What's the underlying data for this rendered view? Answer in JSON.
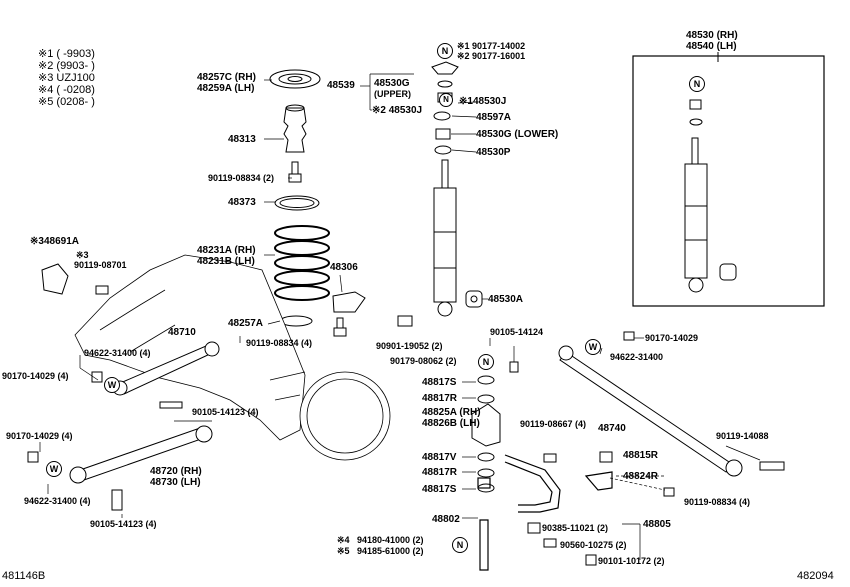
{
  "legend": {
    "rows": [
      {
        "mark": "※1",
        "text": "(      -9903)"
      },
      {
        "mark": "※2",
        "text": "(9903-      )"
      },
      {
        "mark": "※3",
        "text": "UZJ100"
      },
      {
        "mark": "※4",
        "text": "(      -0208)"
      },
      {
        "mark": "※5",
        "text": "(0208-      )"
      }
    ]
  },
  "marks": {
    "n": "N",
    "w": "W"
  },
  "labels": {
    "p48257C": "48257C (RH)",
    "p48259A": "48259A (LH)",
    "p48539": "48539",
    "p48313": "48313",
    "p90119_08834_2": "90119-08834 (2)",
    "p48373": "48373",
    "p48231A": "48231A (RH)",
    "p48231B": "48231B (LH)",
    "p48306": "48306",
    "p48257A": "48257A",
    "p90119_08834_4a": "90119-08834 (4)",
    "p48691A": "48691A",
    "p48691A_mark": "※3",
    "p90119_08701_mark": "※3",
    "p90119_08701": "90119-08701",
    "p48710": "48710",
    "p94622_31400_4a": "94622-31400 (4)",
    "p90170_14029_4a": "90170-14029 (4)",
    "p90105_14123_4a": "90105-14123 (4)",
    "p90170_14029_4b": "90170-14029 (4)",
    "p48720": "48720 (RH)",
    "p48730": "48730 (LH)",
    "p94622_31400_4b": "94622-31400 (4)",
    "p90105_14123_4b": "90105-14123 (4)",
    "p90177_14002": "※1 90177-14002",
    "p90177_16001": "※2 90177-16001",
    "p48530G_up": "48530G",
    "p48530G_upper": "(UPPER)",
    "p48530J_1": "※148530J",
    "p48530J_2": "※2 48530J",
    "p48597A": "48597A",
    "p48530G_low": "48530G (LOWER)",
    "p48530P": "48530P",
    "p48530A": "48530A",
    "p90901_19052": "90901-19052 (2)",
    "p90179_08062": "90179-08062 (2)",
    "p90105_14124": "90105-14124",
    "p48817S_a": "48817S",
    "p48817R_a": "48817R",
    "p48825A": "48825A (RH)",
    "p48826B": "48826B (LH)",
    "p48817V": "48817V",
    "p48817R_b": "48817R",
    "p48817S_b": "48817S",
    "p48802": "48802",
    "p94180_41000": "94180-41000 (2)",
    "p94185_61000": "94185-61000 (2)",
    "p94180_mark": "※4",
    "p94185_mark": "※5",
    "p90119_08667": "90119-08667 (4)",
    "p48740": "48740",
    "p48815R": "48815R",
    "p48824R": "48824R",
    "p48805": "48805",
    "p90385_11021": "90385-11021 (2)",
    "p90560_10275": "90560-10275 (2)",
    "p90101_10172": "90101-10172 (2)",
    "p90119_08834_4b": "90119-08834 (4)",
    "p90170_14029_r": "90170-14029",
    "p94622_31400_r": "94622-31400",
    "p90119_14088": "90119-14088",
    "p48530_RH": "48530 (RH)",
    "p48540_LH": "48540 (LH)"
  },
  "footer": {
    "left_id": "481146B",
    "right_id": "482094"
  }
}
